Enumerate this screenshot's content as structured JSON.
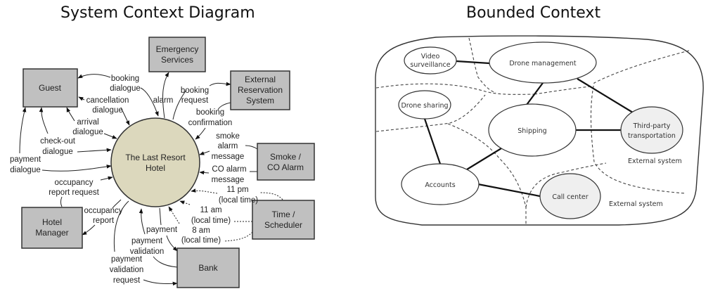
{
  "titles": {
    "left": "System Context Diagram",
    "right": "Bounded Context"
  },
  "context_diagram": {
    "central_process": [
      "The Last Resort",
      "Hotel"
    ],
    "external_entities": {
      "guest": [
        "Guest"
      ],
      "emergency": [
        "Emergency",
        "Services"
      ],
      "reservation": [
        "External",
        "Reservation",
        "System"
      ],
      "smoke": [
        "Smoke /",
        "CO Alarm"
      ],
      "scheduler": [
        "Time /",
        "Scheduler"
      ],
      "bank": [
        "Bank"
      ],
      "manager": [
        "Hotel",
        "Manager"
      ]
    },
    "flows": {
      "booking_dialogue": [
        "booking",
        "dialogue"
      ],
      "cancellation_dialogue": [
        "cancellation",
        "dialogue"
      ],
      "arrival_dialogue": [
        "arrival",
        "dialogue"
      ],
      "checkout_dialogue": [
        "check-out",
        "dialogue"
      ],
      "payment_dialogue": [
        "payment",
        "dialogue"
      ],
      "alarm": [
        "alarm"
      ],
      "booking_request": [
        "booking",
        "request"
      ],
      "booking_confirmation": [
        "booking",
        "confirmation"
      ],
      "smoke_alarm_message": [
        "smoke",
        "alarm",
        "message"
      ],
      "co_alarm_message": [
        "CO alarm",
        "message"
      ],
      "pm11": [
        "11 pm",
        "(local time)"
      ],
      "am11": [
        "11 am",
        "(local time)"
      ],
      "am8": [
        "8 am",
        "(local time)"
      ],
      "payment": [
        "payment"
      ],
      "payment_validation": [
        "payment",
        "validation"
      ],
      "payment_validation_request": [
        "payment",
        "validation",
        "request"
      ],
      "occupancy_report_request": [
        "occupancy",
        "report request"
      ],
      "occupancy_report": [
        "occupancy",
        "report"
      ]
    }
  },
  "bounded_context": {
    "contexts": {
      "video": [
        "Video",
        "surveillance"
      ],
      "drone_mgmt": [
        "Drone management"
      ],
      "drone_sharing": [
        "Drone sharing"
      ],
      "shipping": [
        "Shipping"
      ],
      "accounts": [
        "Accounts"
      ],
      "third_party": [
        "Third-party",
        "transportation"
      ],
      "call_center": [
        "Call center"
      ]
    },
    "external_label_1": "External system",
    "external_label_2": "External system"
  }
}
